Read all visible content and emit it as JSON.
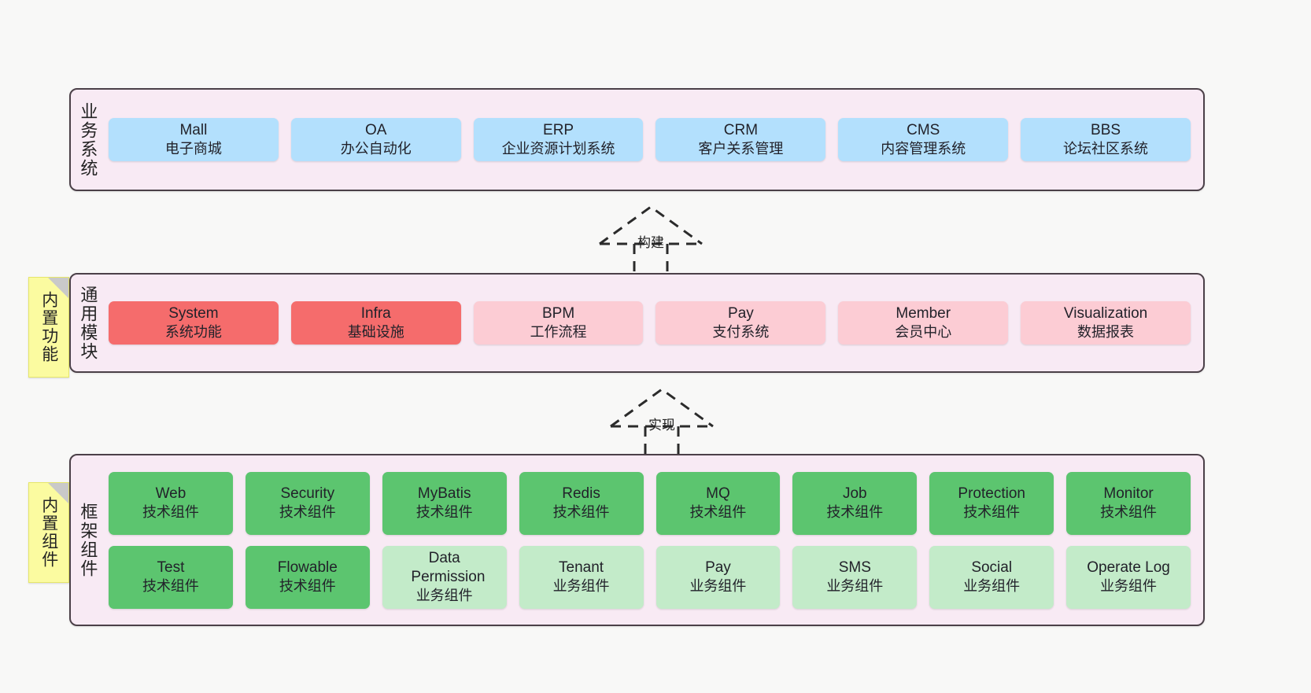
{
  "diagram": {
    "title": "ruoyi-vue-pro architecture layers",
    "background": "#f8f8f7",
    "container_bg": "#f8eaf4",
    "container_border": "#4b4048"
  },
  "layers": [
    {
      "id": "business-systems",
      "title": "业务系统",
      "note": null,
      "rows": [
        {
          "cells": [
            {
              "en": "Mall",
              "cn": "电子商城",
              "color": "#b3e0fd",
              "style": "c-blue"
            },
            {
              "en": "OA",
              "cn": "办公自动化",
              "color": "#b3e0fd",
              "style": "c-blue"
            },
            {
              "en": "ERP",
              "cn": "企业资源计划系统",
              "color": "#b3e0fd",
              "style": "c-blue"
            },
            {
              "en": "CRM",
              "cn": "客户关系管理",
              "color": "#b3e0fd",
              "style": "c-blue"
            },
            {
              "en": "CMS",
              "cn": "内容管理系统",
              "color": "#b3e0fd",
              "style": "c-blue"
            },
            {
              "en": "BBS",
              "cn": "论坛社区系统",
              "color": "#b3e0fd",
              "style": "c-blue"
            }
          ]
        }
      ]
    },
    {
      "id": "common-modules",
      "title": "通用模块",
      "note": "内置功能",
      "rows": [
        {
          "cells": [
            {
              "en": "System",
              "cn": "系统功能",
              "color": "#f56c6c",
              "style": "c-red"
            },
            {
              "en": "Infra",
              "cn": "基础设施",
              "color": "#f56c6c",
              "style": "c-red"
            },
            {
              "en": "BPM",
              "cn": "工作流程",
              "color": "#fcccd4",
              "style": "c-pink"
            },
            {
              "en": "Pay",
              "cn": "支付系统",
              "color": "#fcccd4",
              "style": "c-pink"
            },
            {
              "en": "Member",
              "cn": "会员中心",
              "color": "#fcccd4",
              "style": "c-pink"
            },
            {
              "en": "Visualization",
              "cn": "数据报表",
              "color": "#fcccd4",
              "style": "c-pink"
            }
          ]
        }
      ]
    },
    {
      "id": "framework-components",
      "title": "框架组件",
      "note": "内置组件",
      "rows": [
        {
          "cells": [
            {
              "en": "Web",
              "cn": "技术组件",
              "color": "#5cc56f",
              "style": "c-green"
            },
            {
              "en": "Security",
              "cn": "技术组件",
              "color": "#5cc56f",
              "style": "c-green"
            },
            {
              "en": "MyBatis",
              "cn": "技术组件",
              "color": "#5cc56f",
              "style": "c-green"
            },
            {
              "en": "Redis",
              "cn": "技术组件",
              "color": "#5cc56f",
              "style": "c-green"
            },
            {
              "en": "MQ",
              "cn": "技术组件",
              "color": "#5cc56f",
              "style": "c-green"
            },
            {
              "en": "Job",
              "cn": "技术组件",
              "color": "#5cc56f",
              "style": "c-green"
            },
            {
              "en": "Protection",
              "cn": "技术组件",
              "color": "#5cc56f",
              "style": "c-green"
            },
            {
              "en": "Monitor",
              "cn": "技术组件",
              "color": "#5cc56f",
              "style": "c-green"
            }
          ]
        },
        {
          "cells": [
            {
              "en": "Test",
              "cn": "技术组件",
              "color": "#5cc56f",
              "style": "c-green"
            },
            {
              "en": "Flowable",
              "cn": "技术组件",
              "color": "#5cc56f",
              "style": "c-green"
            },
            {
              "en": "Data Permission",
              "cn": "业务组件",
              "color": "#c3ebc9",
              "style": "c-lightgreen"
            },
            {
              "en": "Tenant",
              "cn": "业务组件",
              "color": "#c3ebc9",
              "style": "c-lightgreen"
            },
            {
              "en": "Pay",
              "cn": "业务组件",
              "color": "#c3ebc9",
              "style": "c-lightgreen"
            },
            {
              "en": "SMS",
              "cn": "业务组件",
              "color": "#c3ebc9",
              "style": "c-lightgreen"
            },
            {
              "en": "Social",
              "cn": "业务组件",
              "color": "#c3ebc9",
              "style": "c-lightgreen"
            },
            {
              "en": "Operate Log",
              "cn": "业务组件",
              "color": "#c3ebc9",
              "style": "c-lightgreen"
            }
          ]
        }
      ]
    }
  ],
  "connectors": [
    {
      "id": "build",
      "label": "构建",
      "from": "common-modules",
      "to": "business-systems",
      "style": "dashed-hollow-triangle"
    },
    {
      "id": "implement",
      "label": "实现",
      "from": "framework-components",
      "to": "common-modules",
      "style": "dashed-hollow-triangle"
    }
  ]
}
